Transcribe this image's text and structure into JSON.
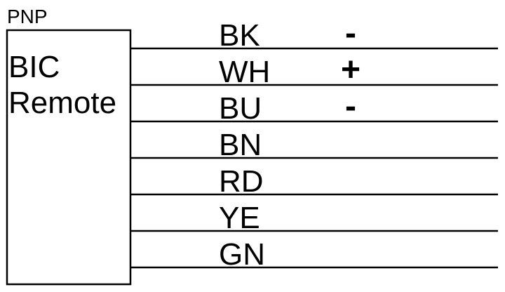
{
  "diagram": {
    "type_label": "PNP",
    "device_label_line1": "BIC",
    "device_label_line2": "Remote",
    "wires": [
      {
        "code": "BK",
        "polarity": "-"
      },
      {
        "code": "WH",
        "polarity": "+"
      },
      {
        "code": "BU",
        "polarity": "-"
      },
      {
        "code": "BN",
        "polarity": ""
      },
      {
        "code": "RD",
        "polarity": ""
      },
      {
        "code": "YE",
        "polarity": ""
      },
      {
        "code": "GN",
        "polarity": ""
      }
    ],
    "line_color": "#000000"
  }
}
